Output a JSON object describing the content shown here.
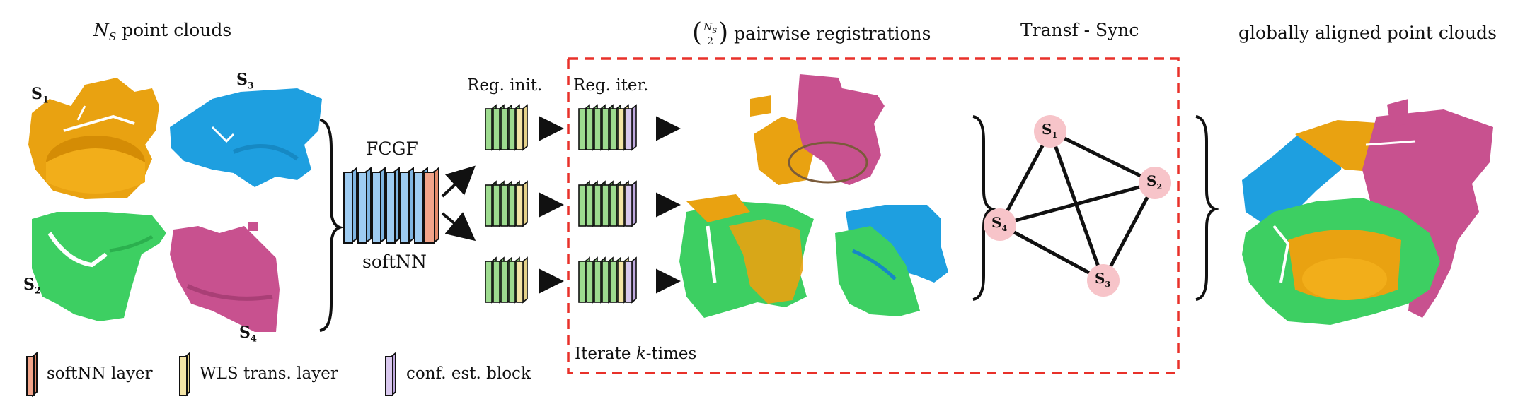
{
  "headers": {
    "point_clouds_var": "N",
    "point_clouds_sub": "S",
    "point_clouds_text": "point clouds",
    "pairwise_var_top": "N",
    "pairwise_var_top_sub": "S",
    "pairwise_var_bottom": "2",
    "pairwise_text": "pairwise registrations",
    "sync": "Transf - Sync",
    "aligned": "globally aligned point clouds"
  },
  "clouds": [
    {
      "label": "S",
      "index": "1",
      "color": "#E9A211"
    },
    {
      "label": "S",
      "index": "3",
      "color": "#1E9FE0"
    },
    {
      "label": "S",
      "index": "2",
      "color": "#3DCF62"
    },
    {
      "label": "S",
      "index": "4",
      "color": "#C8518F"
    }
  ],
  "network": {
    "top_label": "FCGF",
    "bottom_label": "softNN"
  },
  "registration": {
    "init_label": "Reg. init.",
    "iter_label": "Reg. iter.",
    "iterate_prefix": "Iterate ",
    "iterate_var": "k",
    "iterate_suffix": "-times"
  },
  "graph": {
    "nodes": [
      {
        "label": "S",
        "index": "1"
      },
      {
        "label": "S",
        "index": "2"
      },
      {
        "label": "S",
        "index": "3"
      },
      {
        "label": "S",
        "index": "4"
      }
    ]
  },
  "legend": [
    {
      "label": "softNN layer",
      "color": "#F2A48A"
    },
    {
      "label": "WLS trans. layer",
      "color": "#F4E5A6"
    },
    {
      "label": "conf. est. block",
      "color": "#D9C8EE"
    }
  ],
  "colors": {
    "fcgf_block": "#9ECCF2",
    "reg_block": "#9DDB8F",
    "iteration_box": "#E8312A",
    "node_fill": "#F7C4C9"
  }
}
